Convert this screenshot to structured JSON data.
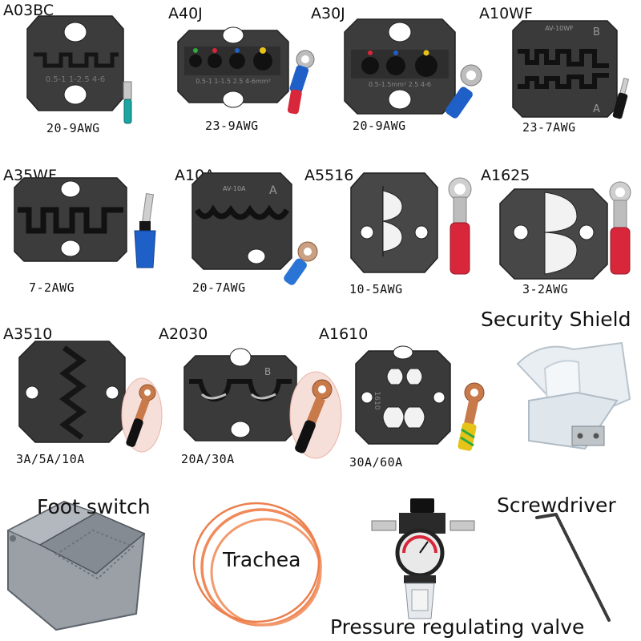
{
  "dies": [
    {
      "model": "A03BC",
      "spec": "20-9AWG",
      "die_text": "0.5-1 1-2.5 4-6"
    },
    {
      "model": "A40J",
      "spec": "23-9AWG",
      "die_text": "0.5-1  1-1.5  2.5  4-6mm²"
    },
    {
      "model": "A30J",
      "spec": "20-9AWG",
      "die_text": "0.5-1.5mm²  2.5  4-6"
    },
    {
      "model": "A10WF",
      "spec": "23-7AWG",
      "die_text": "AV-10WF",
      "die_letters": [
        "B",
        "A"
      ]
    },
    {
      "model": "A35WF",
      "spec": "7-2AWG"
    },
    {
      "model": "A10A",
      "spec": "20-7AWG",
      "die_text": "AV-10A",
      "die_letters": [
        "A"
      ]
    },
    {
      "model": "A5516",
      "spec": "10-5AWG"
    },
    {
      "model": "A1625",
      "spec": "3-2AWG"
    },
    {
      "model": "A3510",
      "spec": "3A/5A/10A"
    },
    {
      "model": "A2030",
      "spec": "20A/30A",
      "die_letters": [
        "B"
      ]
    },
    {
      "model": "A1610",
      "spec": "30A/60A",
      "die_text": "1610"
    }
  ],
  "accessories": {
    "security_shield": "Security Shield",
    "foot_switch": "Foot switch",
    "trachea": "Trachea",
    "screwdriver": "Screwdriver",
    "pressure_valve": "Pressure regulating valve"
  },
  "colors": {
    "die_body": "#3c3c3c",
    "die_dark": "#1f1f1f",
    "terminal_blue": "#1f5fc8",
    "terminal_red": "#d8263a",
    "copper": "#c97a4a",
    "hose": "#f08a5a",
    "pedal_grey": "#8f959b",
    "shield_clear": "#dfe6ec"
  }
}
